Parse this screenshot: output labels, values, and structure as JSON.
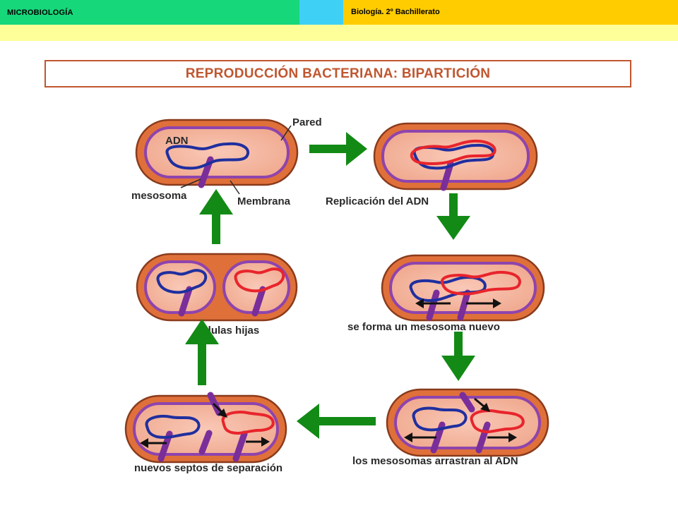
{
  "header": {
    "left_label": "MICROBIOLOGÍA",
    "right_label": "Biología. 2º Bachillerato"
  },
  "colors": {
    "header_green": "#17d77b",
    "header_cyan": "#3fd0f5",
    "header_orange": "#ffcc00",
    "header_strip": "#ffff99",
    "title": "#c0562f",
    "cell_wall": "#e0703a",
    "cell_membrane": "#8e44ad",
    "cytoplasm": "#f4b59e",
    "dna_original": "#1f2f9f",
    "dna_copy": "#e8242c",
    "mesosome": "#7a2e9a",
    "arrow": "#138a16"
  },
  "title": "REPRODUCCIÓN BACTERIANA: BIPARTICIÓN",
  "labels": {
    "adn": "ADN",
    "pared": "Pared",
    "mesosoma": "mesosoma",
    "membrana": "Membrana",
    "replicacion": "Replicación del ADN",
    "nuevo_mesosoma": "se forma un mesosoma nuevo",
    "arrastran": "los mesosomas arrastran al ADN",
    "septos": "nuevos septos de separación",
    "hijas": "células hijas"
  }
}
